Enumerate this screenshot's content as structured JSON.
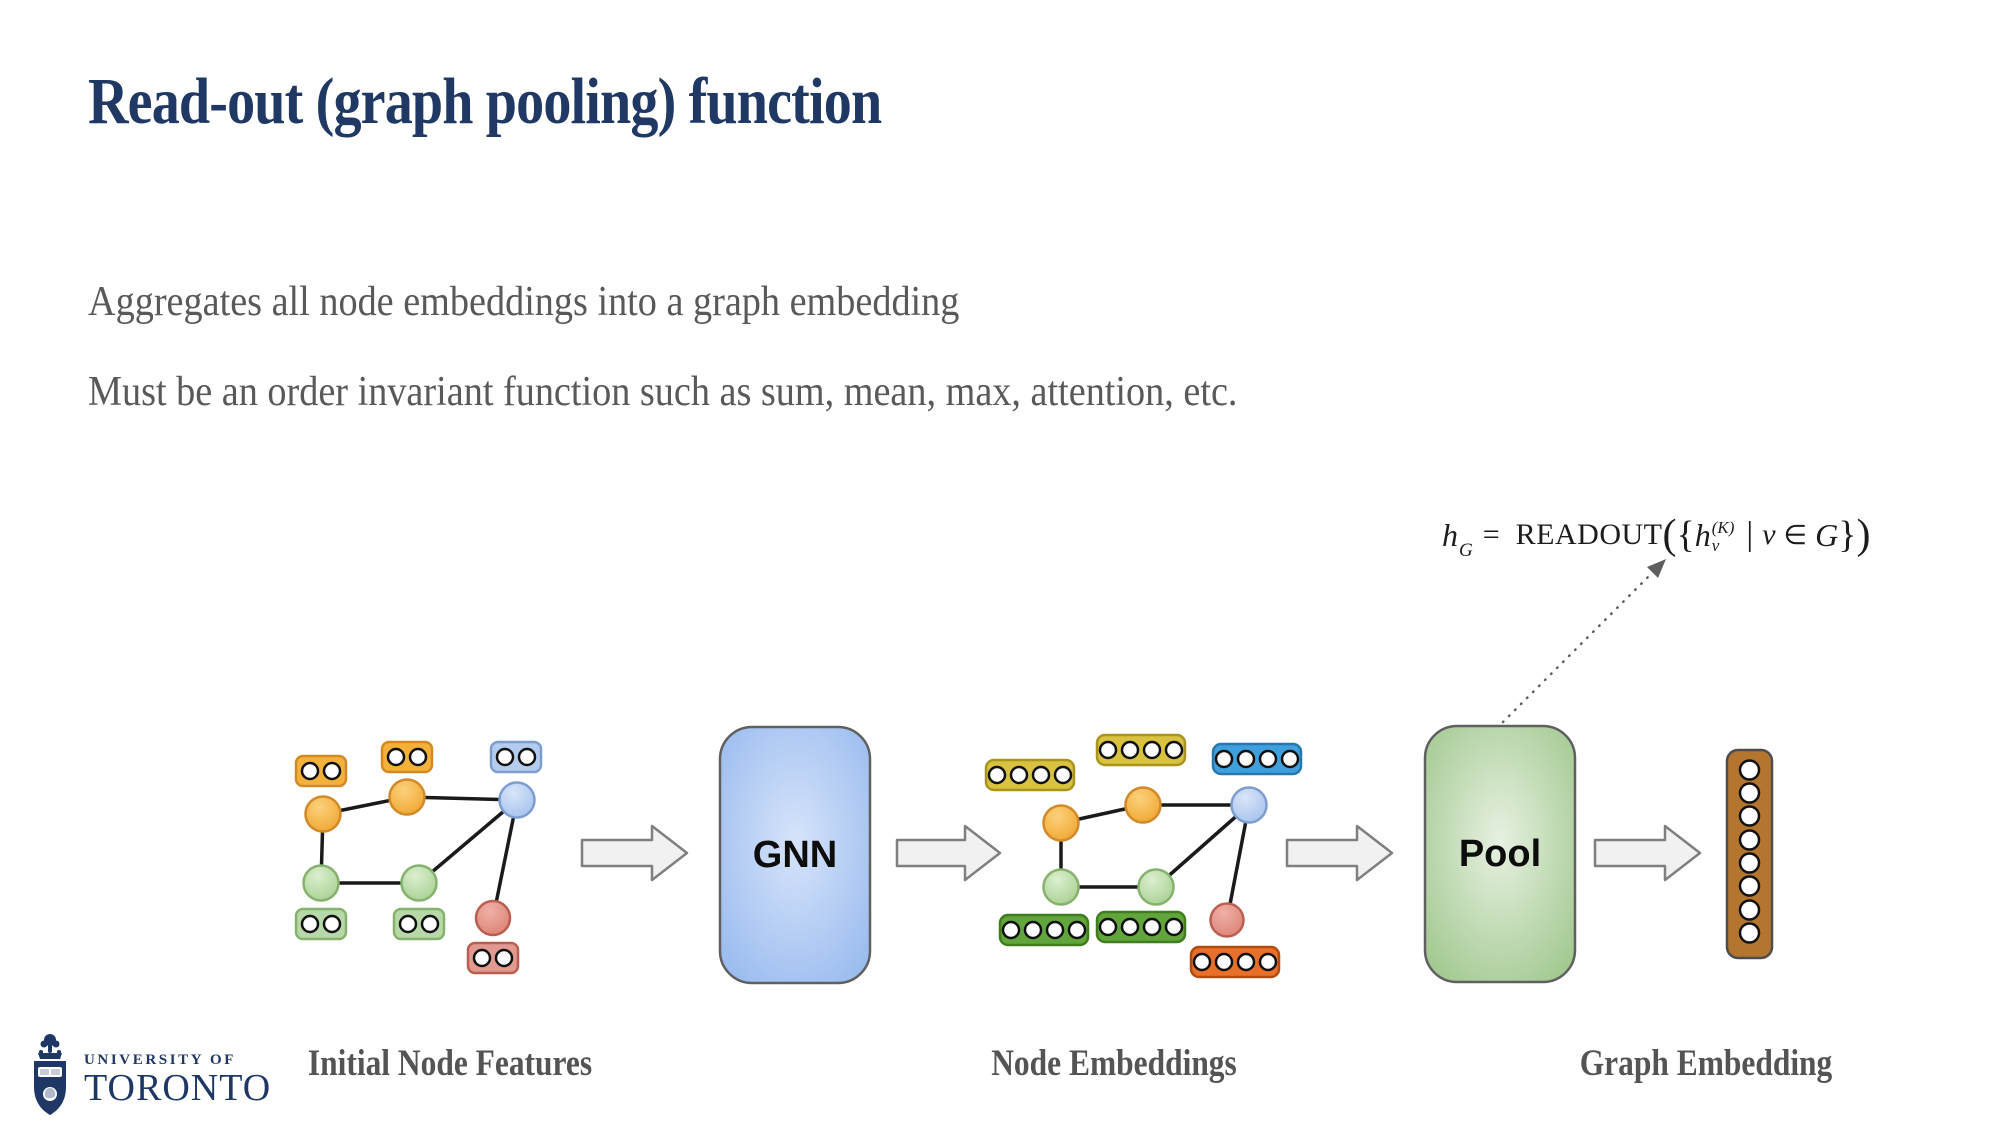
{
  "slide": {
    "title": "Read-out (graph pooling) function",
    "body_lines": {
      "line1": "Aggregates all node embeddings into a graph embedding",
      "line2": "Must be an order invariant function such as sum, mean, max, attention, etc."
    }
  },
  "formula": {
    "h": "h",
    "h_sub": "G",
    "equals": "=",
    "readout": "READOUT",
    "open_paren": "(",
    "open_brace": "{",
    "hv": "h",
    "hv_sup": "(K)",
    "hv_sub": "v",
    "bar": "|",
    "v": "v",
    "element_of": "∈",
    "g": "G",
    "close_brace": "}",
    "close_paren": ")"
  },
  "diagram": {
    "gnn_label": "GNN",
    "pool_label": "Pool",
    "caption_initial": "Initial Node Features",
    "caption_node": "Node Embeddings",
    "caption_graph": "Graph Embedding"
  },
  "logo": {
    "line1": "UNIVERSITY OF",
    "line2": "TORONTO"
  },
  "colors": {
    "title": "#1f3864",
    "body_text": "#595959",
    "caption_text": "#545454",
    "gnn_box": "#93b7ee",
    "pool_box": "#9ac487",
    "arrow_fill": "#f1f1f1",
    "node_orange": "#f0a52f",
    "node_blue": "#a3c0ec",
    "node_green": "#a6cf90",
    "node_red": "#dc8172",
    "embed_yellow": "#d9c23f",
    "embed_blue": "#3fa0dd",
    "embed_green": "#61a53c",
    "embed_orange": "#e8702a",
    "graph_embedding_brown": "#b4762f",
    "logo_navy": "#1e3765"
  }
}
